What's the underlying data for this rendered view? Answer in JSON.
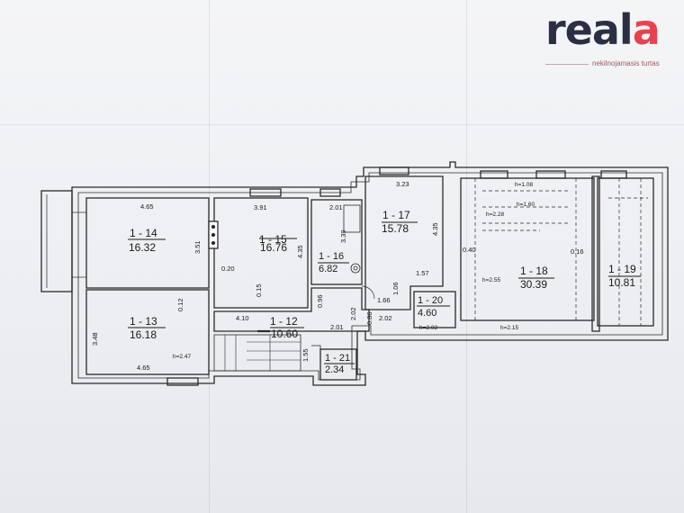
{
  "logo": {
    "word_main": "real",
    "word_accent": "a",
    "tagline": "nekilnojamasis turtas",
    "accent_color": "#e8424f",
    "main_color": "#2b2f44"
  },
  "rooms": [
    {
      "id": "1 - 14",
      "area": "16.32"
    },
    {
      "id": "1 - 15",
      "area": "16.76"
    },
    {
      "id": "1 - 16",
      "area": "6.82"
    },
    {
      "id": "1 - 17",
      "area": "15.78"
    },
    {
      "id": "1 - 18",
      "area": "30.39"
    },
    {
      "id": "1 - 19",
      "area": "10.81"
    },
    {
      "id": "1 - 13",
      "area": "16.18"
    },
    {
      "id": "1 - 12",
      "area": "10.60"
    },
    {
      "id": "1 - 20",
      "area": "4.60"
    },
    {
      "id": "1 - 21",
      "area": "2.34"
    }
  ],
  "dimensions": [
    "4.65",
    "3.91",
    "2.01",
    "3.23",
    "3.51",
    "0.20",
    "4.35",
    "3.39",
    "4.35",
    "0.40",
    "0.16",
    "1.57",
    "1.06",
    "1.66",
    "0.15",
    "0.12",
    "3.48",
    "4.10",
    "0.96",
    "2.02",
    "2.01",
    "0.86",
    "2.02",
    "4.65",
    "1.55"
  ],
  "heights": [
    "h=1.08",
    "h=1.60",
    "h=2.28",
    "h=2.55",
    "h=2.47",
    "h=2.02",
    "h=2.15"
  ]
}
